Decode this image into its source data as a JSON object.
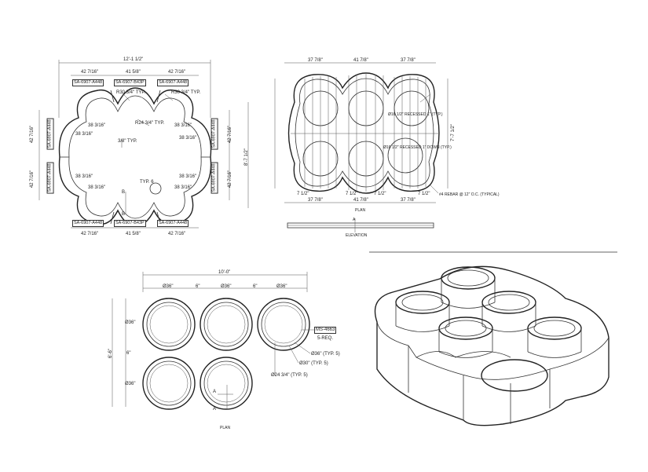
{
  "view1": {
    "overall_width": "12'-1 1/2\"",
    "overall_height": "8'-7 1/2\"",
    "top_dims": [
      "42 7/16\"",
      "41 5/8\"",
      "42 7/16\""
    ],
    "bottom_dims": [
      "42 7/16\"",
      "41 5/8\"",
      "42 7/16\""
    ],
    "left_dims": [
      "42 7/16\"",
      "42 7/16\""
    ],
    "right_dims": [
      "42 7/16\"",
      "42 7/16\""
    ],
    "tags_top": [
      "SA-6907-A448",
      "SA-6907-B43P",
      "SA-6907-A448"
    ],
    "tags_bottom": [
      "SA-6907-A448",
      "SA-6907-B43P",
      "SA-6907-A448"
    ],
    "tags_left": [
      "SA-6907-A448",
      "SA-6907-A448"
    ],
    "tags_right": [
      "SA-6907-A448",
      "SA-6907-A448"
    ],
    "r30": "R30 3/4\" TYP.",
    "r24": "R24 3/4\" TYP.",
    "typ_3_8": "3/8\" TYP.",
    "dim_38": "38 3/16\"",
    "typ6": "TYP. 6",
    "section_b": "B"
  },
  "view2": {
    "top_dims": [
      "37 7/8\"",
      "41 7/8\"",
      "37 7/8\""
    ],
    "bottom_dims": [
      "37 7/8\"",
      "41 7/8\"",
      "37 7/8\""
    ],
    "inner_dims": [
      "7 1/2\"",
      "7 1/2\"",
      "7 1/2\"",
      "7 1/2\""
    ],
    "right_dim": "7'-7 1/2\"",
    "recess1": "Ø16 1/2\" RECESSED 1\" (TYP.)",
    "recess2": "Ø16 1/2\" RECESSED 1\" DOWN (TYP.)",
    "rebar": "#4 REBAR @ 12\" O.C. (TYPICAL)",
    "plan": "PLAN",
    "elevation": "ELEVATION",
    "section_a": "A"
  },
  "view3": {
    "overall_width": "10'-0\"",
    "overall_height": "6'-6\"",
    "col_dims": [
      "Ø36\"",
      "Ø36\"",
      "Ø36\""
    ],
    "gaps": [
      "6\"",
      "6\""
    ],
    "row_dims": [
      "Ø36\"",
      "Ø36\""
    ],
    "row_gap": "6\"",
    "tag": "MS-4663",
    "req": "5-REQ.",
    "d36": "Ø36\" (TYP. 5)",
    "d30": "Ø30\" (TYP. 5)",
    "d24": "Ø24 3/4\" (TYP. 5)",
    "section_a": "A",
    "plan": "PLAN"
  }
}
